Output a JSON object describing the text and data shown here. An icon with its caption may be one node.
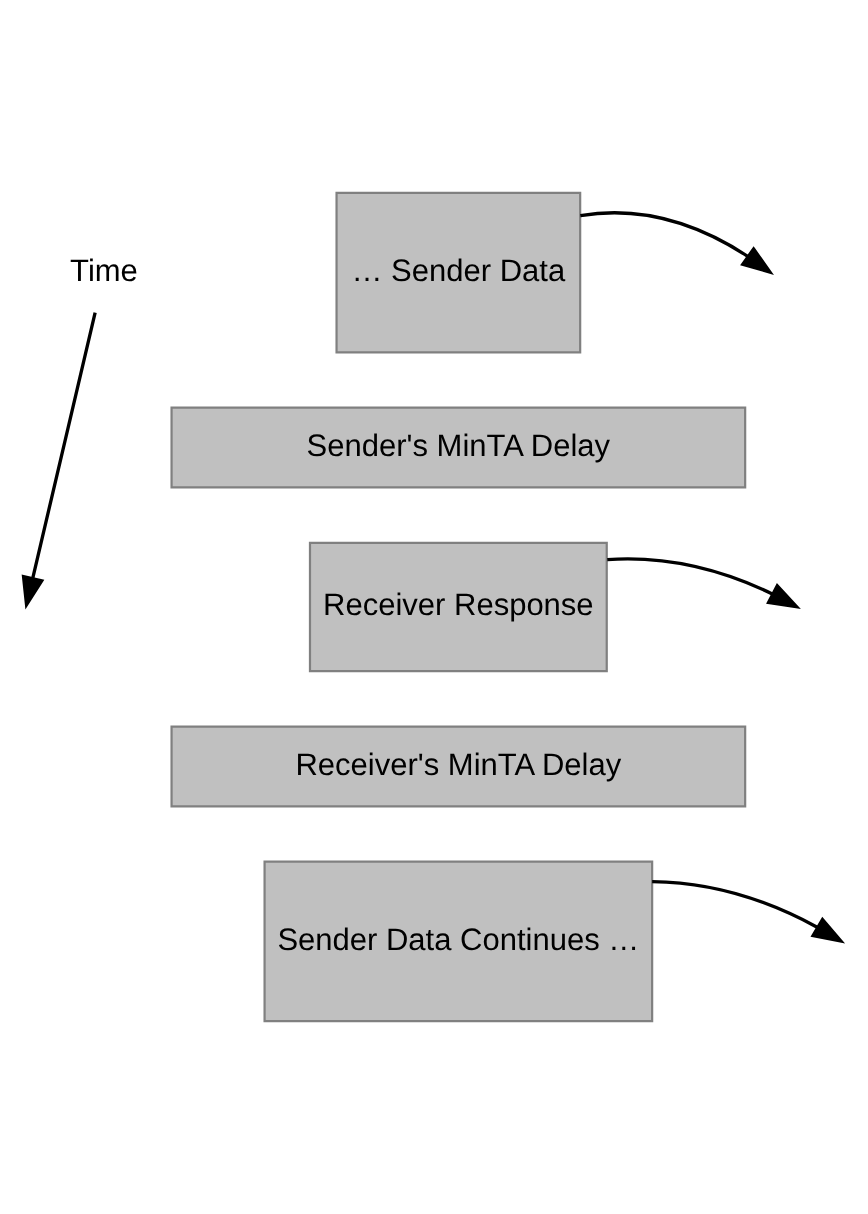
{
  "diagram": {
    "nodes": [
      {
        "text": [
          "… Sender Data"
        ]
      },
      {
        "text": [
          "Sender's MinTA Delay"
        ]
      },
      {
        "text": [
          "Receiver Response"
        ]
      },
      {
        "text": [
          "Receiver's MinTA Delay"
        ]
      },
      {
        "text": [
          "Sender Data Continues …"
        ]
      }
    ],
    "edges": [
      {
        "from": 0,
        "to": null,
        "arrow": "to"
      },
      {
        "from": 2,
        "to": null,
        "arrow": "to"
      },
      {
        "from": 4,
        "to": null,
        "arrow": "to"
      }
    ],
    "labels": [
      "Time"
    ]
  }
}
